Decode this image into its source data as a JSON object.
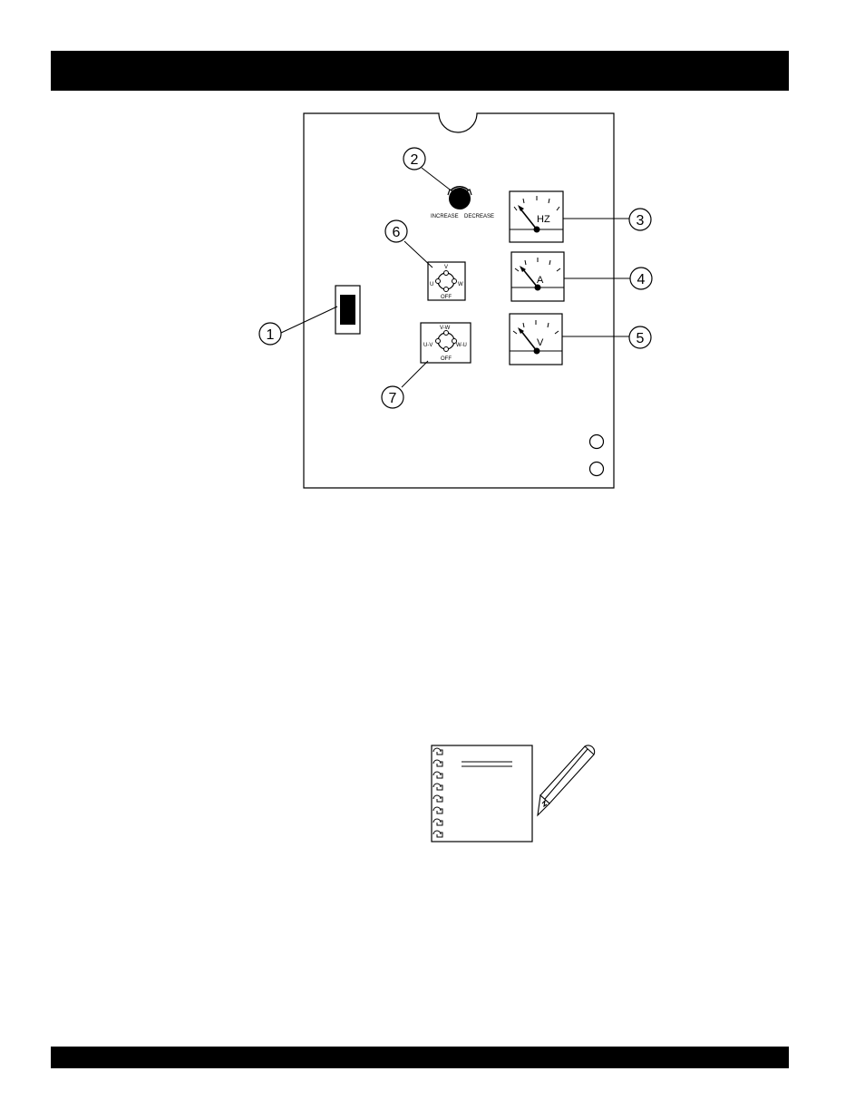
{
  "callouts": [
    {
      "number": "1"
    },
    {
      "number": "2"
    },
    {
      "number": "3"
    },
    {
      "number": "4"
    },
    {
      "number": "5"
    },
    {
      "number": "6"
    },
    {
      "number": "7"
    }
  ],
  "potentiometer": {
    "increase_label": "INCREASE",
    "decrease_label": "DECREASE"
  },
  "meters": {
    "frequency_label": "HZ",
    "ampere_label": "A",
    "voltage_label": "V"
  },
  "ammeter_switch": {
    "top": "V",
    "left": "U",
    "right": "W",
    "bottom": "OFF"
  },
  "voltmeter_switch": {
    "top": "V-W",
    "left": "U-V",
    "right": "W-U",
    "bottom": "OFF"
  }
}
